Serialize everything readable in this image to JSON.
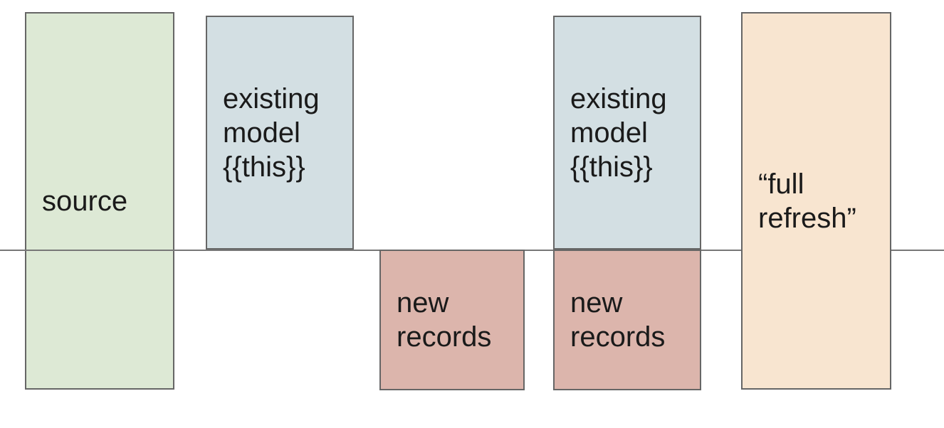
{
  "colors": {
    "background": "#ffffff",
    "box_border": "#666666",
    "divider_line": "#777777",
    "text": "#1a1a1a",
    "source_fill": "#dde9d5",
    "existing_model_fill": "#d3dfe3",
    "new_records_fill": "#dcb5ac",
    "full_refresh_fill": "#f8e5d0"
  },
  "boxes": [
    {
      "id": "source",
      "label": "source",
      "fill": "#dde9d5"
    },
    {
      "id": "existing-model-1",
      "label": "existing\nmodel\n{{this}}",
      "fill": "#d3dfe3"
    },
    {
      "id": "new-records-1",
      "label": "new\nrecords",
      "fill": "#dcb5ac"
    },
    {
      "id": "existing-model-2",
      "label": "existing\nmodel\n{{this}}",
      "fill": "#d3dfe3"
    },
    {
      "id": "new-records-2",
      "label": "new\nrecords",
      "fill": "#dcb5ac"
    },
    {
      "id": "full-refresh",
      "label": "“full\nrefresh”",
      "fill": "#f8e5d0"
    }
  ]
}
